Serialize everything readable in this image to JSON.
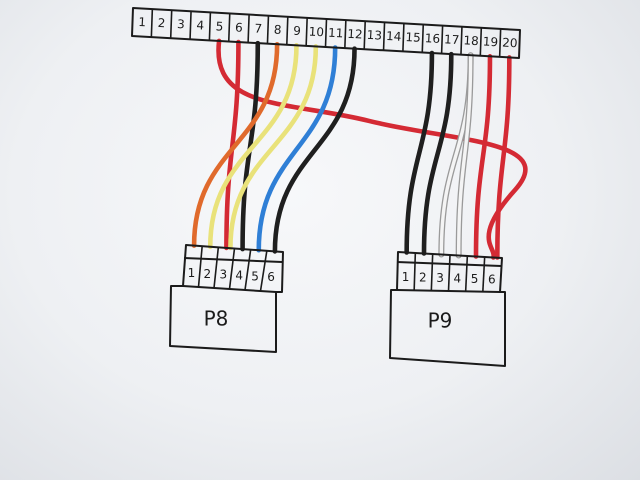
{
  "header_connector": {
    "pins": [
      "1",
      "2",
      "3",
      "4",
      "5",
      "6",
      "7",
      "8",
      "9",
      "10",
      "11",
      "12",
      "13",
      "14",
      "15",
      "16",
      "17",
      "18",
      "19",
      "20"
    ]
  },
  "connectors": [
    {
      "id": "p8",
      "label": "P8",
      "pins": [
        "1",
        "2",
        "3",
        "4",
        "5",
        "6"
      ]
    },
    {
      "id": "p9",
      "label": "P9",
      "pins": [
        "1",
        "2",
        "3",
        "4",
        "5",
        "6"
      ]
    }
  ],
  "colors": {
    "red": "#d42a34",
    "orange": "#e06a2c",
    "yellow": "#e9e27a",
    "blue": "#2f7fd6",
    "black": "#1f1f1f",
    "white": "#f4f4f4",
    "white_outline": "#9a9a9a"
  },
  "wires": [
    {
      "from": "5",
      "to": "p9.6",
      "color": "red"
    },
    {
      "from": "6",
      "to": "p8.3",
      "color": "red"
    },
    {
      "from": "7",
      "to": "p8.4",
      "color": "black"
    },
    {
      "from": "8",
      "to": "p8.1",
      "color": "orange"
    },
    {
      "from": "9",
      "to": "p8.2",
      "color": "yellow"
    },
    {
      "from": "10",
      "to": "p8.3",
      "color": "yellow"
    },
    {
      "from": "11",
      "to": "p8.5",
      "color": "blue"
    },
    {
      "from": "12",
      "to": "p8.6",
      "color": "black"
    },
    {
      "from": "16",
      "to": "p9.1",
      "color": "black"
    },
    {
      "from": "17",
      "to": "p9.2",
      "color": "black"
    },
    {
      "from": "18",
      "to": "p9.3",
      "color": "white"
    },
    {
      "from": "18",
      "to": "p9.4",
      "color": "white"
    },
    {
      "from": "19",
      "to": "p9.5",
      "color": "red"
    },
    {
      "from": "20",
      "to": "p9.6",
      "color": "red"
    }
  ]
}
